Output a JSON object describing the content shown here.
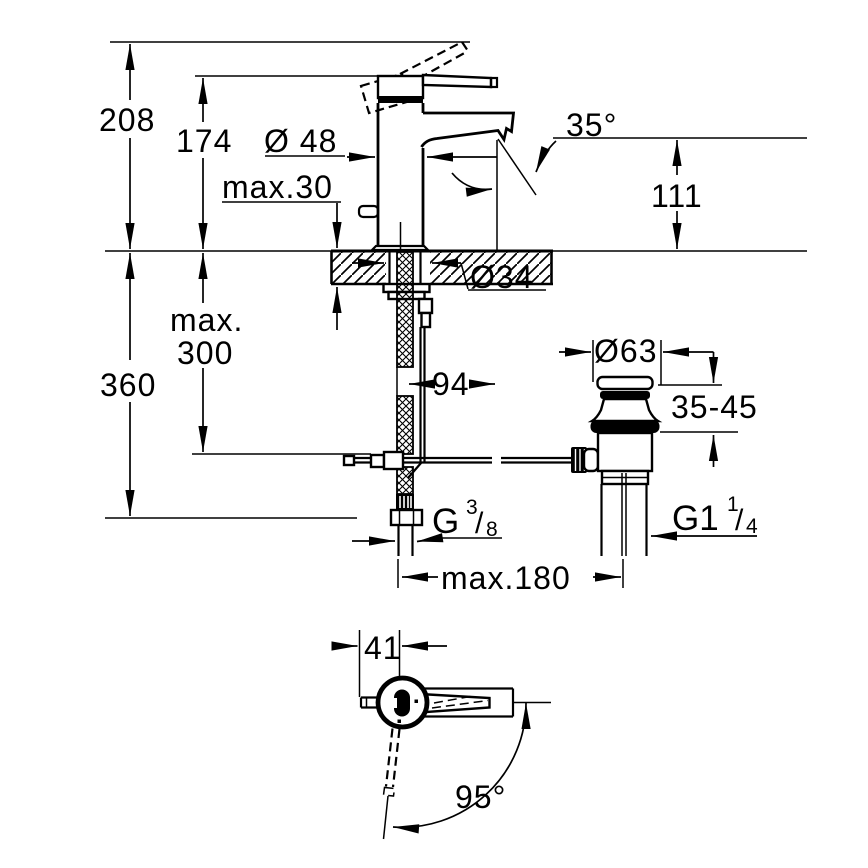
{
  "drawing": {
    "ink_color": "#000000",
    "paper_color": "#ffffff",
    "labels": {
      "overall_height": "208",
      "height_to_lever_base": "174",
      "body_diameter": "Ø 48",
      "max_deck_thickness": "max.30",
      "spout_angle": "35°",
      "spout_outlet_height": "111",
      "mounting_hole_diameter": "Ø34",
      "below_deck_length": "360",
      "hose_max_prefix": "max.",
      "hose_max_value": "300",
      "rod_offset": "94",
      "waste_flange_diameter": "Ø63",
      "basin_thickness_range": "35-45",
      "supply_thread": {
        "base": "G",
        "numerator": "3",
        "slash": "/",
        "denominator": "8"
      },
      "waste_thread": {
        "base": "G1",
        "numerator": "1",
        "slash": "/",
        "denominator": "4"
      },
      "max_spread": "max.180",
      "rod_to_axis": "41",
      "swivel_angle": "95°"
    }
  }
}
